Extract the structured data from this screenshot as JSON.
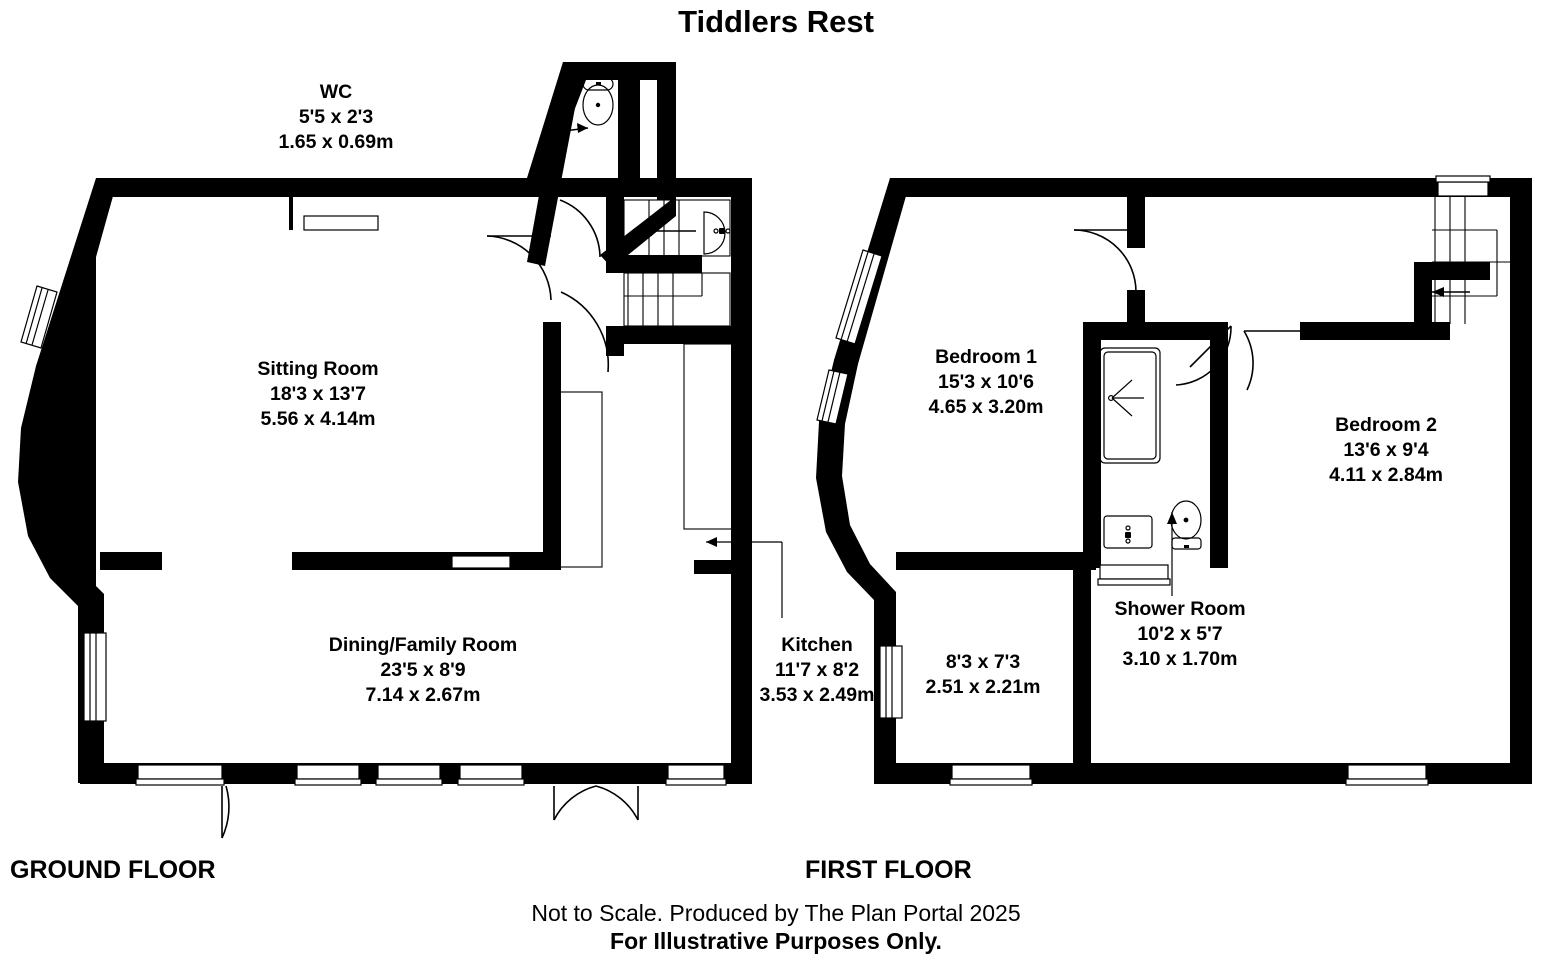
{
  "title": "Tiddlers Rest",
  "floors": [
    {
      "id": "ground",
      "name": "GROUND FLOOR",
      "rooms": [
        {
          "name": "WC",
          "imperial": "5'5 x 2'3",
          "metric": "1.65 x 0.69m"
        },
        {
          "name": "Sitting Room",
          "imperial": "18'3 x 13'7",
          "metric": "5.56 x 4.14m"
        },
        {
          "name": "Dining/Family Room",
          "imperial": "23'5 x 8'9",
          "metric": "7.14 x 2.67m"
        },
        {
          "name": "Kitchen",
          "imperial": "11'7 x 8'2",
          "metric": "3.53 x 2.49m"
        }
      ]
    },
    {
      "id": "first",
      "name": "FIRST FLOOR",
      "rooms": [
        {
          "name": "Bedroom 1",
          "imperial": "15'3 x 10'6",
          "metric": "4.65 x 3.20m"
        },
        {
          "name": "Bedroom 2",
          "imperial": "13'6 x 9'4",
          "metric": "4.11 x 2.84m"
        },
        {
          "name": "Shower Room",
          "imperial": "10'2 x 5'7",
          "metric": "3.10 x 1.70m"
        },
        {
          "name": "",
          "imperial": "8'3 x 7'3",
          "metric": "2.51 x 2.21m"
        }
      ]
    }
  ],
  "footer": {
    "line1": "Not to Scale. Produced by The Plan Portal 2025",
    "line2": "For Illustrative Purposes Only."
  },
  "colors": {
    "wall": "#000000",
    "background": "#ffffff",
    "fixture_stroke": "#000000",
    "text": "#000000"
  }
}
